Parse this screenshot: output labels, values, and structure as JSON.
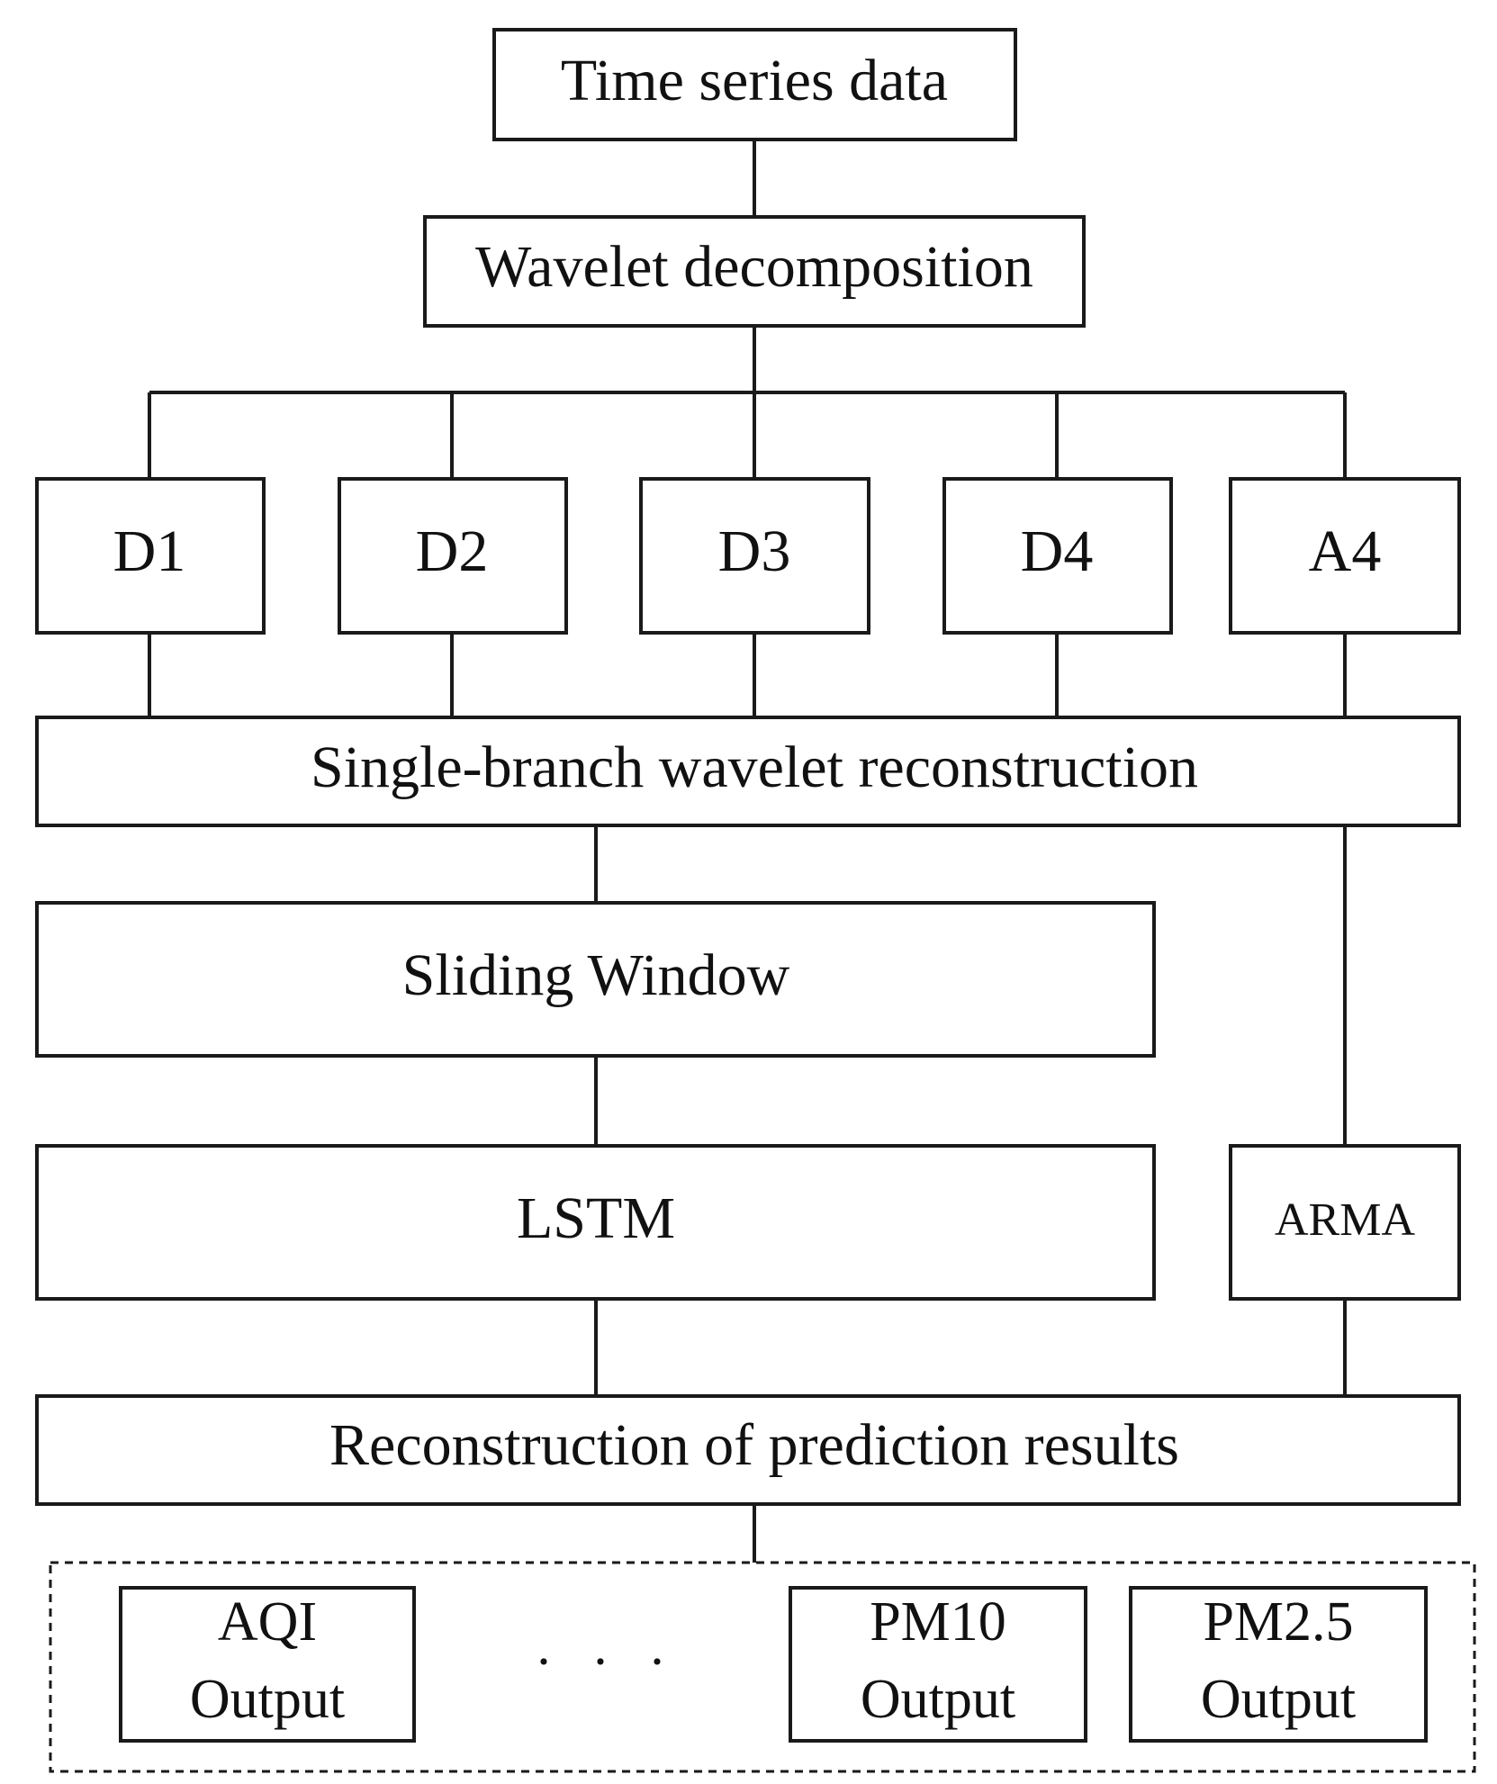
{
  "nodes": {
    "time_series": "Time series data",
    "wavelet_decomposition": "Wavelet decomposition",
    "d1": "D1",
    "d2": "D2",
    "d3": "D3",
    "d4": "D4",
    "a4": "A4",
    "single_branch": "Single-branch wavelet reconstruction",
    "sliding_window": "Sliding Window",
    "lstm": "LSTM",
    "arma": "ARMA",
    "reconstruction": "Reconstruction of prediction results",
    "ellipsis": "· · ·"
  },
  "outputs": [
    {
      "name": "AQI",
      "label": "Output"
    },
    {
      "name": "PM10",
      "label": "Output"
    },
    {
      "name": "PM2.5",
      "label": "Output"
    }
  ]
}
